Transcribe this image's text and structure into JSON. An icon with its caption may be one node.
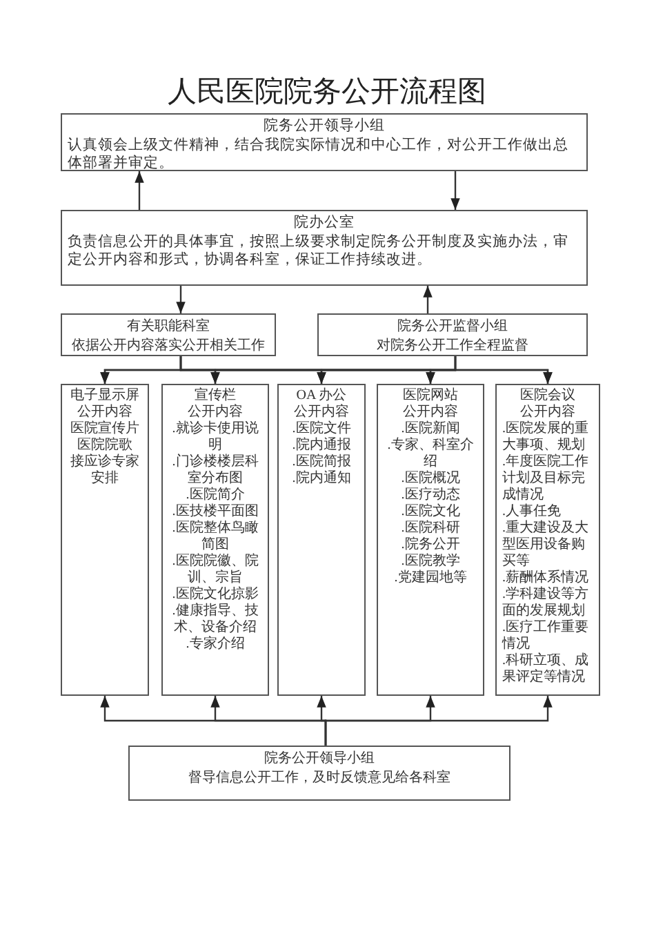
{
  "diagram": {
    "title": "人民医院院务公开流程图",
    "nodes": [
      {
        "text": [
          "院务公开领导小组",
          "认真领会上级文件精神，结合我院实际情况和中心工作，对公开工作做出总体部署并审定。"
        ]
      },
      {
        "text": [
          "院办公室",
          "负责信息公开的具体事宜，按照上级要求制定院务公开制度及实施办法，审定公开内容和形式，协调各科室，保证工作持续改进。"
        ]
      },
      {
        "text": [
          "有关职能科室",
          "依据公开内容落实公开相关工作"
        ]
      },
      {
        "text": [
          "院务公开监督小组",
          "对院务公开工作全程监督"
        ]
      },
      {
        "text": [
          "电子显示屏",
          "公开内容",
          "医院宣传片",
          "医院院歌",
          "接应诊专家安排"
        ]
      },
      {
        "text": [
          "宣传栏",
          "公开内容",
          ".就诊卡使用说明",
          ".门诊楼楼层科室分布图",
          ".医院简介",
          ".医技楼平面图",
          ".医院整体鸟瞰简图",
          ".医院院徽、院训、宗旨",
          ".医院文化掠影",
          ".健康指导、技术、设备介绍",
          ".专家介绍"
        ]
      },
      {
        "text": [
          "OA 办公",
          "公开内容",
          ".医院文件",
          ".院内通报",
          ".医院简报",
          ".院内通知"
        ]
      },
      {
        "text": [
          "医院网站",
          "公开内容",
          ".医院新闻",
          ".专家、科室介绍",
          ".医院概况",
          ".医疗动态",
          ".医院文化",
          ".医院科研",
          ".院务公开",
          ".医院教学",
          ".党建园地等"
        ]
      },
      {
        "text": [
          "医院会议",
          "公开内容",
          ".医院发展的重大事项、规划",
          ".年度医院工作计划及目标完成情况",
          ".人事任免",
          ".重大建设及大型医用设备购买等",
          ".薪酬体系情况",
          ".学科建设等方面的发展规划",
          ".医疗工作重要情况",
          ".科研立项、成果评定等情况"
        ]
      },
      {
        "text": [
          "院务公开领导小组",
          "督导信息公开工作，及时反馈意见给各科室"
        ]
      }
    ],
    "edges": [
      {
        "from": 1,
        "to": 0,
        "arrow": "to"
      },
      {
        "from": 0,
        "to": 1,
        "arrow": "to"
      },
      {
        "from": 1,
        "to": 2,
        "arrow": "to"
      },
      {
        "from": 3,
        "to": 1,
        "arrow": "to"
      },
      {
        "from": 2,
        "to": 4,
        "arrow": "to"
      },
      {
        "from": 2,
        "to": 5,
        "arrow": "to"
      },
      {
        "from": 2,
        "to": 6,
        "arrow": "to"
      },
      {
        "from": 2,
        "to": 7,
        "arrow": "to"
      },
      {
        "from": 2,
        "to": 8,
        "arrow": "to"
      },
      {
        "from": 3,
        "to": 4,
        "arrow": "to"
      },
      {
        "from": 3,
        "to": 5,
        "arrow": "to"
      },
      {
        "from": 3,
        "to": 6,
        "arrow": "to"
      },
      {
        "from": 3,
        "to": 7,
        "arrow": "to"
      },
      {
        "from": 3,
        "to": 8,
        "arrow": "to"
      },
      {
        "from": 9,
        "to": 4,
        "arrow": "to"
      },
      {
        "from": 9,
        "to": 5,
        "arrow": "to"
      },
      {
        "from": 9,
        "to": 6,
        "arrow": "to"
      },
      {
        "from": 9,
        "to": 7,
        "arrow": "to"
      },
      {
        "from": 9,
        "to": 8,
        "arrow": "to"
      }
    ]
  }
}
